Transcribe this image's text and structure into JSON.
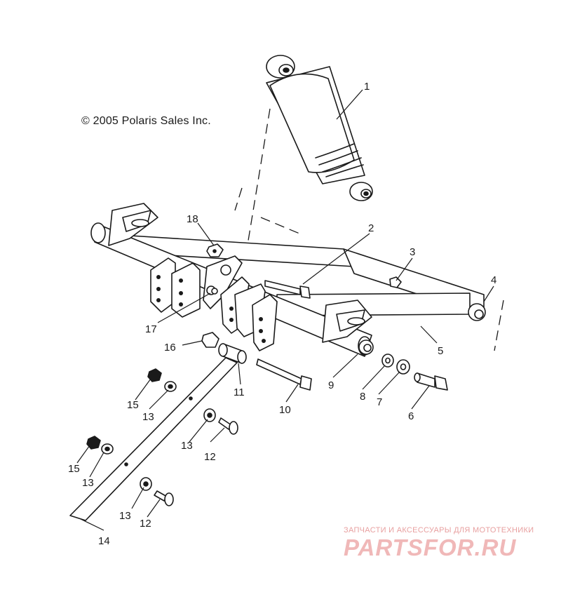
{
  "copyright": "© 2005 Polaris Sales Inc.",
  "watermark": {
    "line1": "ЗАПЧАСТИ И АКСЕССУАРЫ ДЛЯ МОТОТЕХНИКИ",
    "line2": "PARTSFOR.RU",
    "color": "#f0b8b8"
  },
  "callouts": {
    "c1": "1",
    "c2": "2",
    "c3": "3",
    "c4": "4",
    "c5": "5",
    "c6": "6",
    "c7": "7",
    "c8": "8",
    "c9": "9",
    "c10": "10",
    "c11": "11",
    "c12a": "12",
    "c12b": "12",
    "c13a": "13",
    "c13b": "13",
    "c13c": "13",
    "c13d": "13",
    "c14": "14",
    "c15a": "15",
    "c15b": "15",
    "c16": "16",
    "c17": "17",
    "c18": "18"
  }
}
